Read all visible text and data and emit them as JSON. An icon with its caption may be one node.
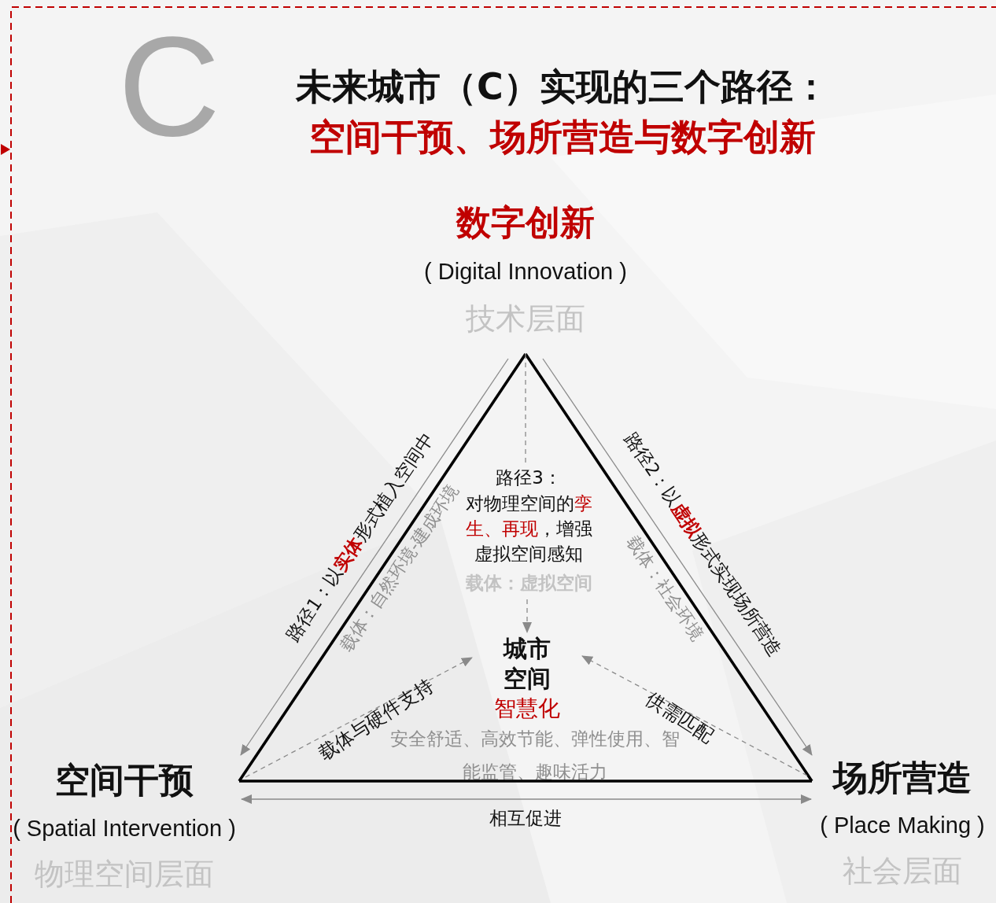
{
  "diagram": {
    "title": "未来城市（C）实现的三个路径：**空间干预、场所营造与数字创新**",
    "nodes": [
      {
        "text": [
          "数字创新",
          "( Digital Innovation )",
          "技术层面"
        ]
      },
      {
        "text": [
          "空间干预",
          "( Spatial Intervention )",
          "物理空间层面"
        ]
      },
      {
        "text": [
          "场所营造",
          "( Place Making )",
          "社会层面"
        ]
      },
      {
        "text": [
          "城市空间",
          "智慧化"
        ]
      },
      {
        "text": [
          "路径3：",
          "对物理空间的**孪生、再现**，增强虚拟空间感知",
          "载体：虚拟空间"
        ]
      }
    ],
    "edges": [
      {
        "from": 0,
        "to": 1,
        "arrow": "none",
        "style": "thick",
        "color": "#000000",
        "label": "载体：自然环境-建成环境"
      },
      {
        "from": 1,
        "to": 2,
        "arrow": "none",
        "style": "thick",
        "color": "#000000"
      },
      {
        "from": 2,
        "to": 0,
        "arrow": "none",
        "style": "thick",
        "color": "#000000",
        "label": "载体：社会环境"
      },
      {
        "from": 0,
        "to": 1,
        "arrow": "to",
        "label": "路径1：以**实体**形式植入空间中"
      },
      {
        "from": 0,
        "to": 2,
        "arrow": "to",
        "label": "路径2：以**虚拟**形式实现场所营造"
      },
      {
        "from": 1,
        "to": 2,
        "arrow": "both",
        "label": "相互促进"
      },
      {
        "from": 1,
        "to": 3,
        "arrow": "to",
        "style": "dashed",
        "label": "载体与硬件支持"
      },
      {
        "from": 2,
        "to": 3,
        "arrow": "to",
        "style": "dashed",
        "label": "供需匹配"
      },
      {
        "from": 0,
        "to": 4,
        "arrow": "none",
        "style": "dashed"
      },
      {
        "from": 4,
        "to": 3,
        "arrow": "to",
        "style": "dashed"
      }
    ],
    "labels": [
      "C",
      "安全舒适、高效节能、弹性使用、智能监管、趣味活力"
    ]
  }
}
